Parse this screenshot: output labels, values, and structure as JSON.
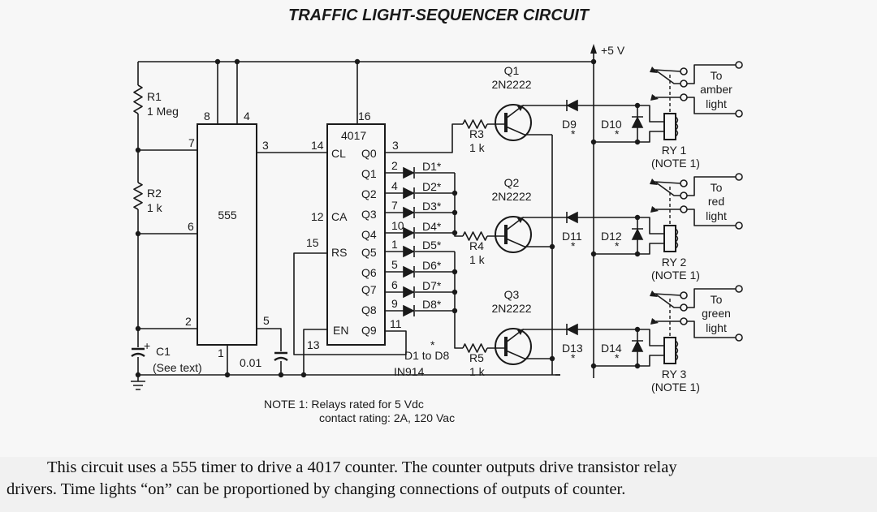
{
  "title": "TRAFFIC LIGHT-SEQUENCER CIRCUIT",
  "supply": "+5 V",
  "r1": {
    "name": "R1",
    "value": "1 Meg"
  },
  "r2": {
    "name": "R2",
    "value": "1 k"
  },
  "c1": {
    "plus": "+",
    "name": "C1",
    "note": "(See text)"
  },
  "c2": {
    "value": "0.01"
  },
  "ic555": {
    "name": "555",
    "pins": {
      "p8": "8",
      "p4": "4",
      "p7": "7",
      "p3": "3",
      "p6": "6",
      "p2": "2",
      "p5": "5",
      "p1": "1"
    }
  },
  "ic4017": {
    "name": "4017",
    "pins": {
      "p16": "16",
      "p14": "14",
      "p12": "12",
      "p15": "15",
      "p13": "13",
      "p3": "3",
      "p11": "11"
    },
    "labels": {
      "cl": "CL",
      "ca": "CA",
      "rs": "RS",
      "en": "EN"
    },
    "outputs": [
      "Q0",
      "Q1",
      "Q2",
      "Q3",
      "Q4",
      "Q5",
      "Q6",
      "Q7",
      "Q8",
      "Q9"
    ]
  },
  "diodes": [
    {
      "name": "D1*",
      "pin": "2"
    },
    {
      "name": "D2*",
      "pin": "4"
    },
    {
      "name": "D3*",
      "pin": "7"
    },
    {
      "name": "D4*",
      "pin": "10"
    },
    {
      "name": "D5*",
      "pin": "1"
    },
    {
      "name": "D6*",
      "pin": "5"
    },
    {
      "name": "D7*",
      "pin": "6"
    },
    {
      "name": "D8*",
      "pin": "9"
    }
  ],
  "diode_note": {
    "star": "*",
    "text": "D1 to D8",
    "part": "IN914"
  },
  "drivers": [
    {
      "transistor": "Q1",
      "part": "2N2222",
      "resistor": "R3",
      "rvalue": "1 k",
      "series_diode": "D9",
      "clamp_diode": "D10",
      "star": "*",
      "relay": "RY 1",
      "relay_note": "(NOTE 1)",
      "light": [
        "To",
        "amber",
        "light"
      ]
    },
    {
      "transistor": "Q2",
      "part": "2N2222",
      "resistor": "R4",
      "rvalue": "1 k",
      "series_diode": "D11",
      "clamp_diode": "D12",
      "star": "*",
      "relay": "RY 2",
      "relay_note": "(NOTE 1)",
      "light": [
        "To",
        "red",
        "light"
      ]
    },
    {
      "transistor": "Q3",
      "part": "2N2222",
      "resistor": "R5",
      "rvalue": "1 k",
      "series_diode": "D13",
      "clamp_diode": "D14",
      "star": "*",
      "relay": "RY 3",
      "relay_note": "(NOTE 1)",
      "light": [
        "To",
        "green",
        "light"
      ]
    }
  ],
  "note": {
    "line1": "NOTE 1: Relays rated for 5 Vdc",
    "line2": "contact rating: 2A, 120 Vac"
  },
  "caption": {
    "line1": "This circuit uses a 555 timer to drive a 4017 counter. The counter outputs drive transistor relay",
    "line2": "drivers. Time lights “on” can be proportioned by changing connections of outputs of counter."
  }
}
